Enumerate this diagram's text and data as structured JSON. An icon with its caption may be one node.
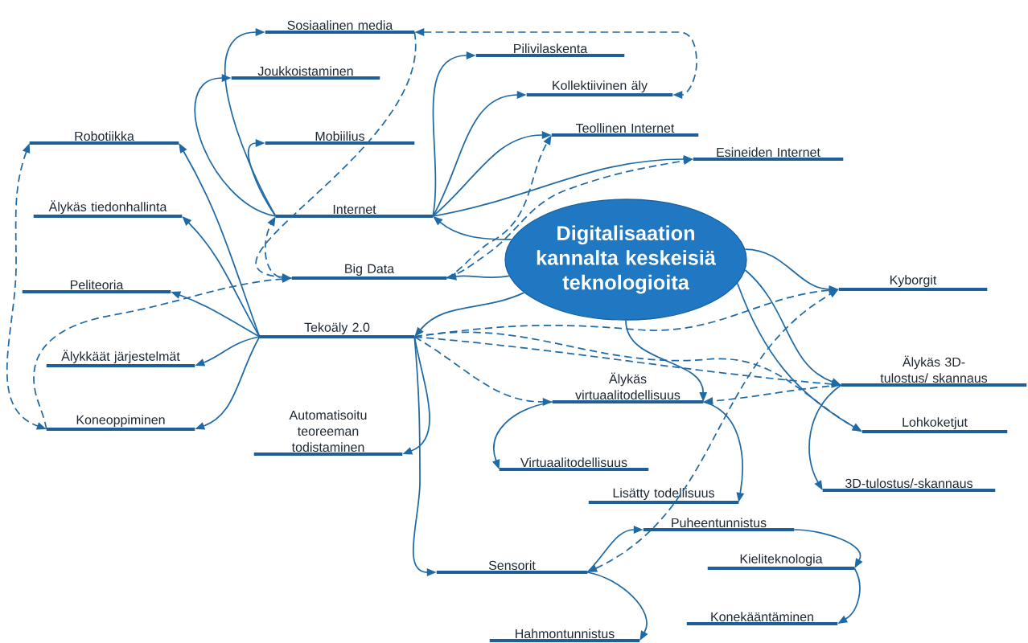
{
  "diagram": {
    "nodes": [
      {
        "text": [
          "Digitalisaation kannalta keskeisiä teknologioita"
        ]
      },
      {
        "text": [
          "Sosiaalinen media"
        ]
      },
      {
        "text": [
          "Pilivilaskenta"
        ]
      },
      {
        "text": [
          "Joukkoistaminen"
        ]
      },
      {
        "text": [
          "Kollektiivinen äly"
        ]
      },
      {
        "text": [
          "Teollinen Internet"
        ]
      },
      {
        "text": [
          "Robotiikka"
        ]
      },
      {
        "text": [
          "Mobiilius"
        ]
      },
      {
        "text": [
          "Esineiden Internet"
        ]
      },
      {
        "text": [
          "Älykäs tiedonhallinta"
        ]
      },
      {
        "text": [
          "Internet"
        ]
      },
      {
        "text": [
          "Big Data"
        ]
      },
      {
        "text": [
          "Kyborgit"
        ]
      },
      {
        "text": [
          "Peliteoria"
        ]
      },
      {
        "text": [
          "Tekoäly 2.0"
        ]
      },
      {
        "text": [
          "Älykkäät järjestelmät"
        ]
      },
      {
        "text": [
          "Älykäs 3D-tulostus/ skannaus"
        ]
      },
      {
        "text": [
          "Älykäs virtuaalitodellisuus"
        ]
      },
      {
        "text": [
          "Koneoppiminen"
        ]
      },
      {
        "text": [
          "Lohkoketjut"
        ]
      },
      {
        "text": [
          "Automatisoitu teoreeman todistaminen"
        ]
      },
      {
        "text": [
          "Virtuaalitodellisuus"
        ]
      },
      {
        "text": [
          "3D-tulostus/-skannaus"
        ]
      },
      {
        "text": [
          "Lisätty todellisuus"
        ]
      },
      {
        "text": [
          "Puheentunnistus"
        ]
      },
      {
        "text": [
          "Kieliteknologia"
        ]
      },
      {
        "text": [
          "Sensorit"
        ]
      },
      {
        "text": [
          "Konekääntäminen"
        ]
      },
      {
        "text": [
          "Hahmontunnistus"
        ]
      }
    ],
    "edges": [
      {
        "from": 0,
        "to": 10,
        "arrow": "to"
      },
      {
        "from": 0,
        "to": 11,
        "arrow": "to"
      },
      {
        "from": 0,
        "to": 14,
        "arrow": "to"
      },
      {
        "from": 0,
        "to": 12,
        "arrow": "to"
      },
      {
        "from": 0,
        "to": 16,
        "arrow": "to"
      },
      {
        "from": 0,
        "to": 19,
        "arrow": "to"
      },
      {
        "from": 0,
        "to": 17,
        "arrow": "to"
      },
      {
        "from": 10,
        "to": 3,
        "arrow": "to"
      },
      {
        "from": 10,
        "to": 1,
        "arrow": "to"
      },
      {
        "from": 10,
        "to": 7,
        "arrow": "to"
      },
      {
        "from": 10,
        "to": 2,
        "arrow": "to"
      },
      {
        "from": 10,
        "to": 4,
        "arrow": "to"
      },
      {
        "from": 10,
        "to": 5,
        "arrow": "to"
      },
      {
        "from": 10,
        "to": 8,
        "arrow": "to"
      },
      {
        "from": 14,
        "to": 6,
        "arrow": "to"
      },
      {
        "from": 14,
        "to": 9,
        "arrow": "to"
      },
      {
        "from": 14,
        "to": 13,
        "arrow": "to"
      },
      {
        "from": 14,
        "to": 15,
        "arrow": "to"
      },
      {
        "from": 14,
        "to": 18,
        "arrow": "to"
      },
      {
        "from": 14,
        "to": 20,
        "arrow": "to"
      },
      {
        "from": 14,
        "to": 26,
        "arrow": "to"
      },
      {
        "from": 14,
        "to": 17,
        "arrow": "to",
        "style": "dashed"
      },
      {
        "from": 14,
        "to": 12,
        "arrow": "to",
        "style": "dashed"
      },
      {
        "from": 14,
        "to": 16,
        "arrow": "to",
        "style": "dashed"
      },
      {
        "from": 14,
        "to": 19,
        "arrow": "to",
        "style": "dashed"
      },
      {
        "from": 16,
        "to": 17,
        "arrow": "to",
        "style": "dashed"
      },
      {
        "from": 26,
        "to": 12,
        "arrow": "both",
        "style": "dashed"
      },
      {
        "from": 26,
        "to": 24,
        "arrow": "to"
      },
      {
        "from": 26,
        "to": 28,
        "arrow": "to"
      },
      {
        "from": 24,
        "to": 25,
        "arrow": "to"
      },
      {
        "from": 25,
        "to": 27,
        "arrow": "to"
      },
      {
        "from": 17,
        "to": 21,
        "arrow": "to"
      },
      {
        "from": 17,
        "to": 23,
        "arrow": "to"
      },
      {
        "from": 16,
        "to": 22,
        "arrow": "to"
      },
      {
        "from": 1,
        "to": 4,
        "arrow": "both",
        "style": "dashed"
      },
      {
        "from": 1,
        "to": 11,
        "arrow": "to",
        "style": "dashed"
      },
      {
        "from": 11,
        "to": 10,
        "arrow": "to",
        "style": "dashed"
      },
      {
        "from": 18,
        "to": 11,
        "arrow": "to",
        "style": "dashed"
      },
      {
        "from": 6,
        "to": 18,
        "arrow": "both",
        "style": "dashed"
      },
      {
        "from": 11,
        "to": 5,
        "arrow": "to",
        "style": "dashed"
      },
      {
        "from": 11,
        "to": 8,
        "arrow": "to",
        "style": "dashed"
      }
    ]
  }
}
